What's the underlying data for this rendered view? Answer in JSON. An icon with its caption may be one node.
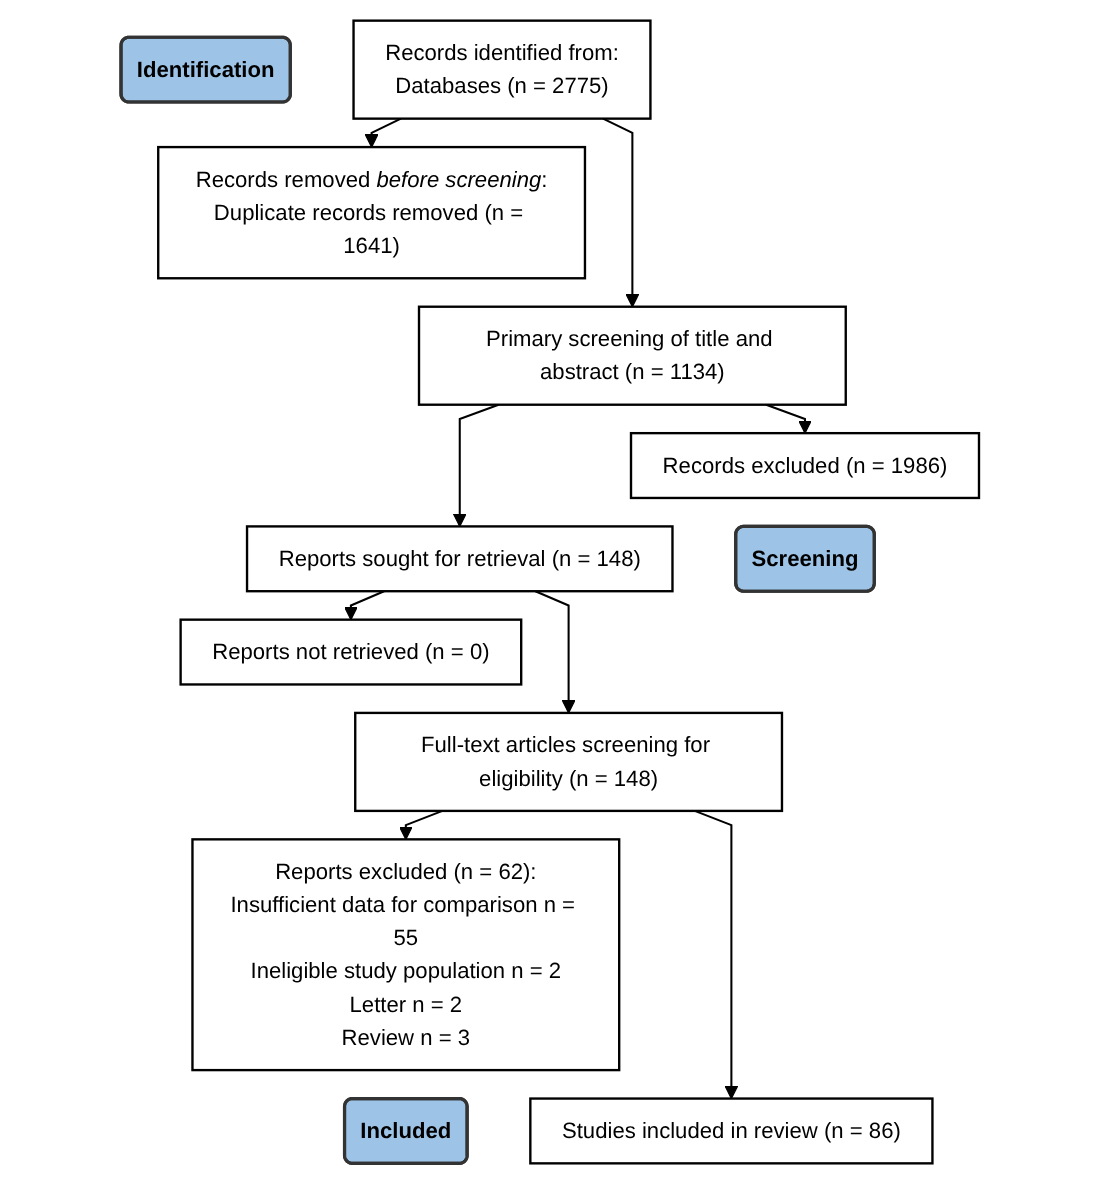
{
  "diagram": {
    "nodes": [
      {
        "text": [
          "Identification"
        ]
      },
      {
        "text": [
          "Records identified from:",
          "Databases (n = 2775)"
        ]
      },
      {
        "text": [
          "Records removed *before screening*:",
          "Duplicate records removed (n = 1641)"
        ]
      },
      {
        "text": [
          "Screening"
        ]
      },
      {
        "text": [
          "Primary screening of title and abstract (n = 1134)"
        ]
      },
      {
        "text": [
          "Records excluded (n = 1986)"
        ]
      },
      {
        "text": [
          "Reports sought for retrieval (n = 148)"
        ]
      },
      {
        "text": [
          "Reports not retrieved (n = 0)"
        ]
      },
      {
        "text": [
          "Full-text articles screening for eligibility (n = 148)"
        ]
      },
      {
        "text": [
          "Reports excluded (n = 62):",
          "Insufficient data for comparison n = 55",
          "Ineligible study population n = 2",
          "Letter n = 2",
          "Review n = 3"
        ]
      },
      {
        "text": [
          "Included"
        ]
      },
      {
        "text": [
          "Studies included in review (n = 86)"
        ]
      }
    ],
    "edges": [
      {
        "from": 1,
        "to": 2,
        "arrow": "to"
      },
      {
        "from": 1,
        "to": 4,
        "arrow": "to"
      },
      {
        "from": 4,
        "to": 5,
        "arrow": "to"
      },
      {
        "from": 4,
        "to": 6,
        "arrow": "to"
      },
      {
        "from": 6,
        "to": 7,
        "arrow": "to"
      },
      {
        "from": 6,
        "to": 8,
        "arrow": "to"
      },
      {
        "from": 8,
        "to": 9,
        "arrow": "to"
      },
      {
        "from": 8,
        "to": 11,
        "arrow": "to"
      }
    ]
  }
}
